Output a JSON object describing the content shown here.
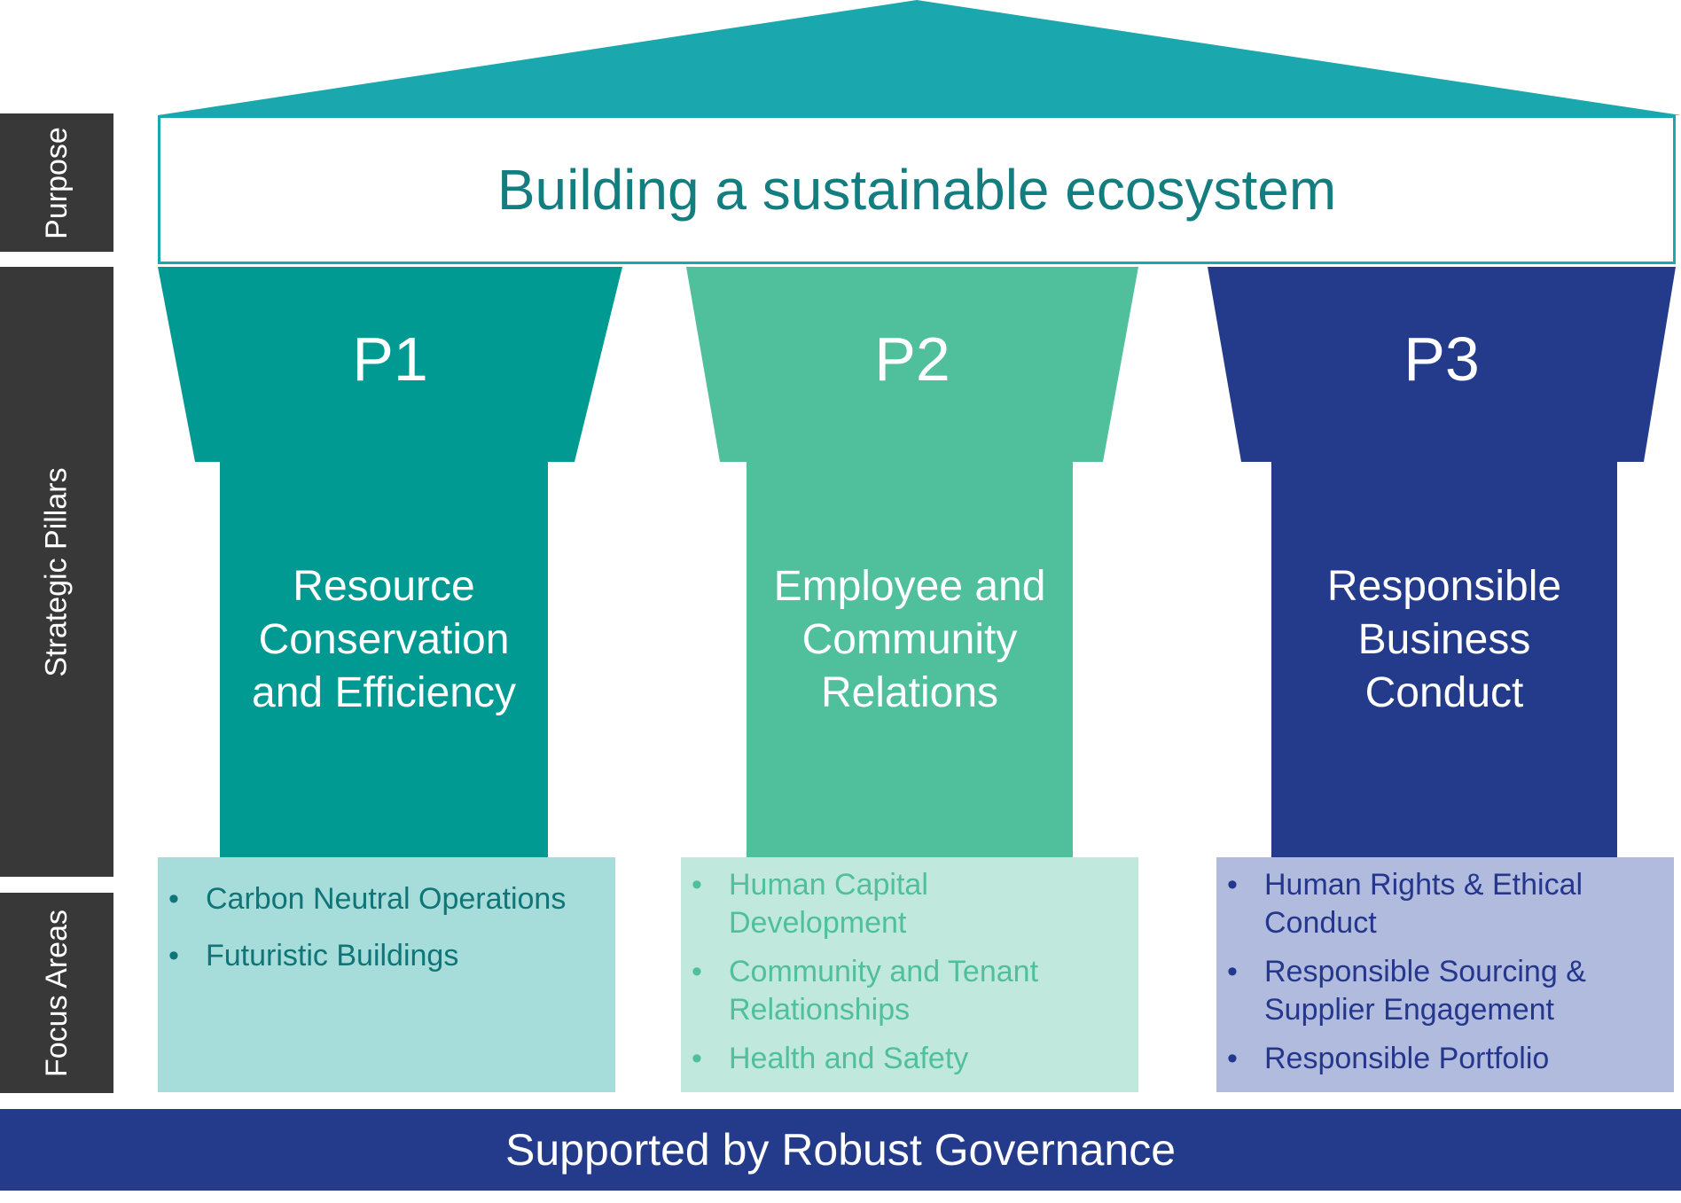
{
  "side_labels": {
    "purpose": "Purpose",
    "pillars": "Strategic Pillars",
    "focus": "Focus Areas"
  },
  "purpose": "Building a sustainable ecosystem",
  "pillars": [
    {
      "code": "P1",
      "title_lines": [
        "Resource",
        "Conservation",
        "and Efficiency"
      ],
      "focus_areas": [
        "Carbon Neutral Operations",
        "Futuristic Buildings"
      ]
    },
    {
      "code": "P2",
      "title_lines": [
        "Employee and",
        "Community",
        "Relations"
      ],
      "focus_areas": [
        "Human Capital Development",
        "Community and Tenant Relationships",
        "Health and Safety"
      ]
    },
    {
      "code": "P3",
      "title_lines": [
        "Responsible",
        "Business",
        "Conduct"
      ],
      "focus_areas": [
        "Human Rights & Ethical Conduct",
        "Responsible Sourcing & Supplier Engagement",
        "Responsible Portfolio"
      ]
    }
  ],
  "governance": "Supported by Robust Governance",
  "colors": {
    "roof": "#1aa7ad",
    "p1": "#009a93",
    "p2": "#4fbf9c",
    "p3": "#243b8c",
    "side_label": "#383838"
  }
}
